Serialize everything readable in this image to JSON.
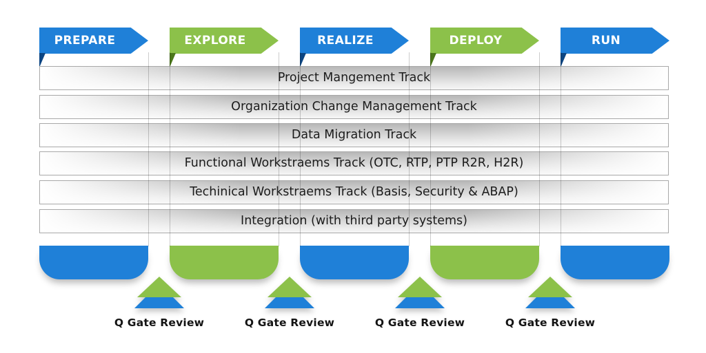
{
  "colors": {
    "blue": "#1f80d8",
    "green": "#8cc14a",
    "dark_blue": "#0c4582",
    "dark_green": "#4b771b",
    "track_border": "#a8a8a8"
  },
  "phases": [
    {
      "label": "PREPARE",
      "color": "#1f80d8",
      "pin_color": "#0c4582"
    },
    {
      "label": "EXPLORE",
      "color": "#8cc14a",
      "pin_color": "#4b771b"
    },
    {
      "label": "REALIZE",
      "color": "#1f80d8",
      "pin_color": "#0c4582"
    },
    {
      "label": "DEPLOY",
      "color": "#8cc14a",
      "pin_color": "#4b771b"
    },
    {
      "label": "RUN",
      "color": "#1f80d8",
      "pin_color": "#0c4582"
    }
  ],
  "tracks": [
    "Project Mangement Track",
    "Organization Change Management Track",
    "Data Migration Track",
    "Functional Workstraems Track (OTC, RTP, PTP R2R, H2R)",
    "Techinical Workstraems Track (Basis, Security & ABAP)",
    "Integration (with third party systems)"
  ],
  "q_gates": [
    {
      "label": "Q Gate Review"
    },
    {
      "label": "Q Gate Review"
    },
    {
      "label": "Q Gate Review"
    },
    {
      "label": "Q Gate Review"
    }
  ],
  "gate_marker_colors": {
    "top": "#8cc14a",
    "bottom": "#1f80d8"
  }
}
